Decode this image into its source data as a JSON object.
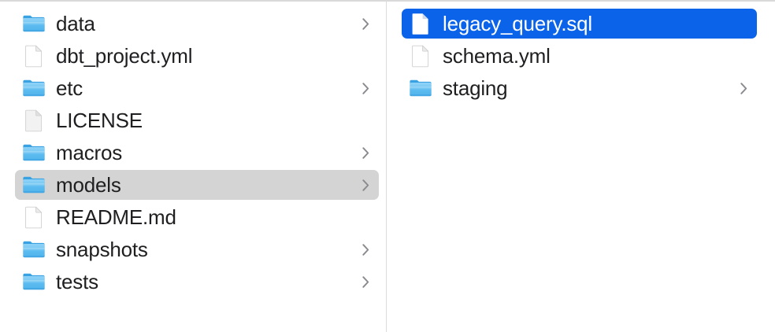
{
  "window": {
    "app": "Finder",
    "view_mode": "column",
    "divider_color": "#dcdcdc",
    "background": "#ffffff"
  },
  "colors": {
    "selection_active": "#0a63e8",
    "selection_inactive": "#d4d4d4",
    "text": "#1f1f21",
    "text_selected": "#ffffff",
    "folder_icon": "#5dbef4",
    "chevron": "#8a8a8e"
  },
  "columns": [
    {
      "name": "column-1",
      "items": [
        {
          "label": "data",
          "icon": "folder-icon",
          "kind": "folder",
          "chevron": true,
          "state": "normal"
        },
        {
          "label": "dbt_project.yml",
          "icon": "document-icon",
          "kind": "file",
          "chevron": false,
          "state": "normal"
        },
        {
          "label": "etc",
          "icon": "folder-icon",
          "kind": "folder",
          "chevron": true,
          "state": "normal"
        },
        {
          "label": "LICENSE",
          "icon": "plain-document-icon",
          "kind": "file",
          "chevron": false,
          "state": "normal"
        },
        {
          "label": "macros",
          "icon": "folder-icon",
          "kind": "folder",
          "chevron": true,
          "state": "normal"
        },
        {
          "label": "models",
          "icon": "folder-icon",
          "kind": "folder",
          "chevron": true,
          "state": "selected-inactive"
        },
        {
          "label": "README.md",
          "icon": "document-icon",
          "kind": "file",
          "chevron": false,
          "state": "normal"
        },
        {
          "label": "snapshots",
          "icon": "folder-icon",
          "kind": "folder",
          "chevron": true,
          "state": "normal"
        },
        {
          "label": "tests",
          "icon": "folder-icon",
          "kind": "folder",
          "chevron": true,
          "state": "normal"
        }
      ]
    },
    {
      "name": "column-2",
      "items": [
        {
          "label": "legacy_query.sql",
          "icon": "document-icon",
          "kind": "file",
          "chevron": false,
          "state": "selected-active"
        },
        {
          "label": "schema.yml",
          "icon": "document-icon",
          "kind": "file",
          "chevron": false,
          "state": "normal"
        },
        {
          "label": "staging",
          "icon": "folder-icon",
          "kind": "folder",
          "chevron": true,
          "state": "normal"
        }
      ]
    }
  ]
}
